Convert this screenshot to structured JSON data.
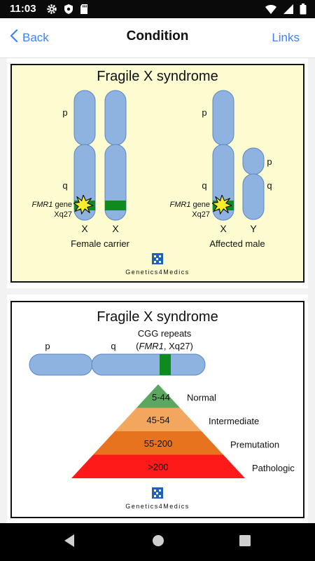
{
  "status_bar": {
    "time": "11:03",
    "icons": [
      "gear-icon",
      "shield-icon",
      "sd-card-icon",
      "wifi-icon",
      "signal-icon",
      "battery-icon"
    ]
  },
  "header": {
    "back_label": "Back",
    "title": "Condition",
    "links_label": "Links"
  },
  "figure1": {
    "title": "Fragile X syndrome",
    "p_label": "p",
    "q_label": "q",
    "gene_italic": "FMR1",
    "gene_suffix": " gene",
    "locus": "Xq27",
    "x_label": "X",
    "y_label": "Y",
    "female_caption": "Female carrier",
    "male_caption": "Affected male",
    "logo_text": "Genetics4Medics"
  },
  "figure2": {
    "title": "Fragile X syndrome",
    "p_label": "p",
    "q_label": "q",
    "repeats_label": "CGG repeats",
    "gene_open": "(",
    "gene_italic": "FMR1",
    "gene_rest": ", Xq27)",
    "levels": [
      {
        "range": "5-44",
        "label": "Normal",
        "color": "#5aa760"
      },
      {
        "range": "45-54",
        "label": "Intermediate",
        "color": "#f2a65e"
      },
      {
        "range": "55-200",
        "label": "Premutation",
        "color": "#e8731e"
      },
      {
        "range": ">200",
        "label": "Pathologic",
        "color": "#ff1a1a"
      }
    ],
    "logo_text": "Genetics4Medics"
  },
  "colors": {
    "accent": "#3b82f6",
    "chromosome": "#8fb3e0",
    "chromosome_stroke": "#5c86c4",
    "fmr1_band": "#0f8a1e",
    "mutation_burst": "#f8ef2a",
    "figure_bg": "#fdfbd0"
  },
  "nav_bar": {
    "icons": [
      "back-triangle-icon",
      "home-circle-icon",
      "recents-square-icon"
    ]
  }
}
